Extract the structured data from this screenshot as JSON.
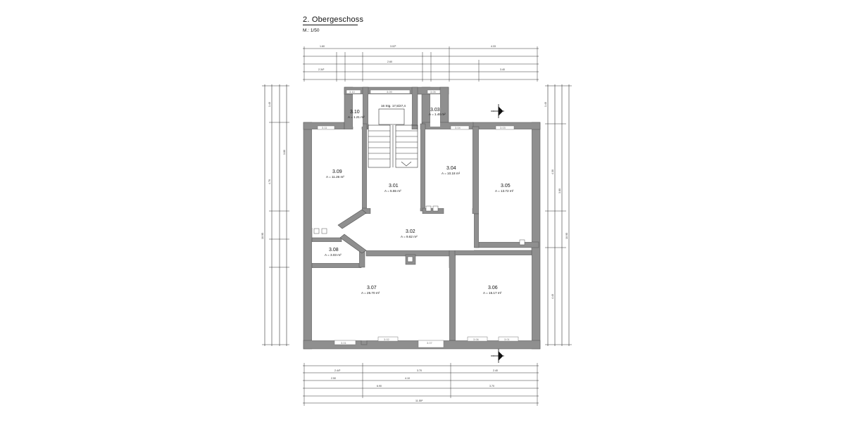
{
  "header": {
    "title": "2. Obergeschoss",
    "scale": "M.: 1/50"
  },
  "stair_label": "16 Stg. 17,5/27,4",
  "rooms": [
    {
      "id": "3.01",
      "area": "A = 5.55 m²"
    },
    {
      "id": "3.02",
      "area": "A = 9.62 m²"
    },
    {
      "id": "3.03",
      "area": "A = 1.46 m²"
    },
    {
      "id": "3.04",
      "area": "A = 10.18 m²"
    },
    {
      "id": "3.05",
      "area": "A = 13.72 m²"
    },
    {
      "id": "3.06",
      "area": "A = 15.17 m²"
    },
    {
      "id": "3.07",
      "area": "A = 25.70 m²"
    },
    {
      "id": "3.08",
      "area": "A = 3.03 m²"
    },
    {
      "id": "3.09",
      "area": "A = 11.26 m²"
    },
    {
      "id": "3.10",
      "area": "A = 1.21 m²"
    }
  ],
  "windows": [
    "3.09",
    "3.10",
    "3.11",
    "3.07",
    "3.06",
    "3.01",
    "3.02",
    "3.03",
    "3.04",
    "3.05"
  ],
  "dims": {
    "top": [
      "1.60",
      "3.02⁵",
      "4.33",
      "2.34⁵",
      "2.60",
      "3.40"
    ],
    "bottom": [
      "2.44⁵",
      "3.70",
      "2.40",
      "2.50",
      "4.10",
      "3.70",
      "6.90",
      "11.55⁵"
    ],
    "left": [
      "1.40",
      "3.80",
      "4.70",
      "10.95"
    ],
    "right": [
      "1.40",
      "4.30",
      "3.80",
      "4.40",
      "10.95"
    ]
  },
  "colors": {
    "wall": "#8f8f8f",
    "wall_edge": "#555555",
    "dim_line": "#333333"
  }
}
